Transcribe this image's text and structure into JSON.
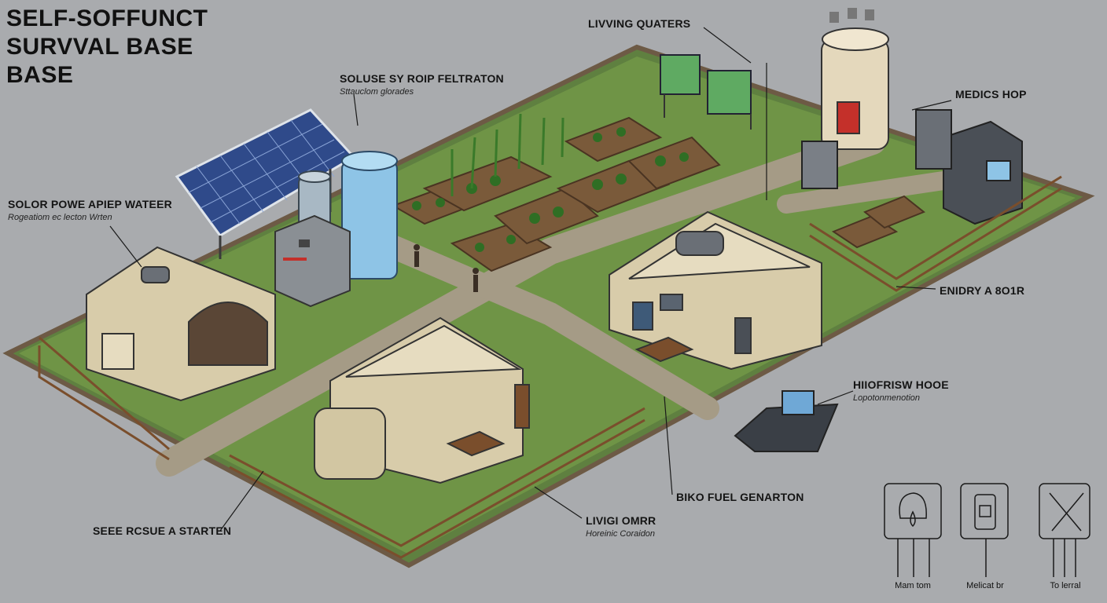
{
  "title_lines": [
    "SELF-SOFFUNCT",
    "SURVVAL BASE",
    "BASE"
  ],
  "labels": {
    "living_quarters": {
      "title": "LIVVING QUATERS"
    },
    "solar_filtration": {
      "title": "SOLUSE SY ROIP FELTRATON",
      "subtitle": "Sttauclom glorades"
    },
    "solar_water": {
      "title": "SOLOR POWE APIEP WATEER",
      "subtitle": "Rogeatiom ec lecton Wrten"
    },
    "medic_shop": {
      "title": "MEDICS HOP"
    },
    "energy": {
      "title": "ENIDRY A 8O1R"
    },
    "hydro": {
      "title": "HIIOFRISW HOOE",
      "subtitle": "Lopotonmenotion"
    },
    "biofuel": {
      "title": "BIKO FUEL GENARTON"
    },
    "rescue": {
      "title": "SEEE RCSUE A STARTEN"
    },
    "living_omr": {
      "title": "LIVIGI OMRR",
      "subtitle": "Horeinic Coraidon"
    }
  },
  "legend": [
    {
      "icon": "tree-drop-icon",
      "caption": "Mam tom"
    },
    {
      "icon": "canister-icon",
      "caption": "Melicat br"
    },
    {
      "icon": "tools-icon",
      "caption": "To lerral"
    }
  ],
  "colors": {
    "background": "#a9abae",
    "grass": "#6f9446",
    "soil": "#8a6a47",
    "tent": "#d8ccaa",
    "solar_panel": "#2f4a8a",
    "water_tank": "#8ec4e6"
  }
}
